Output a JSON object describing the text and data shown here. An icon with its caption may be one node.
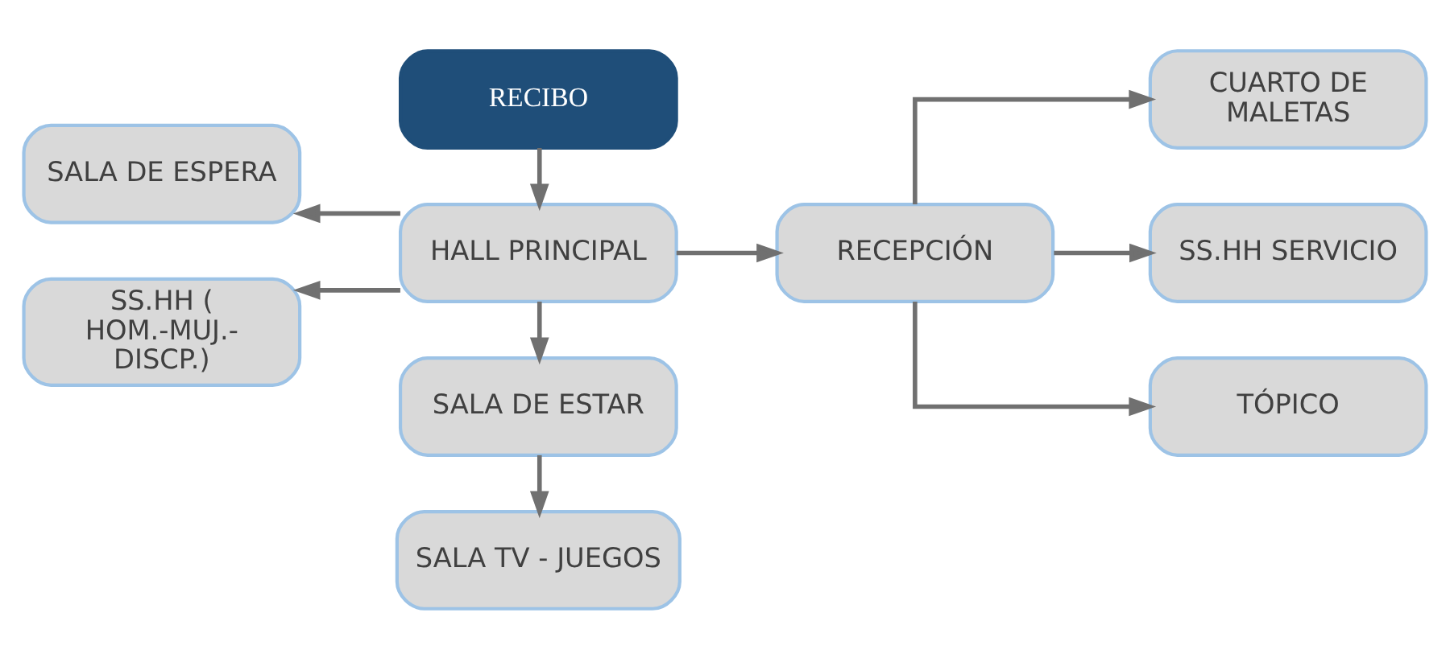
{
  "diagram": {
    "nodes": [
      {
        "text": [
          "RECIBO"
        ]
      },
      {
        "text": [
          "SALA DE ESPERA"
        ]
      },
      {
        "text": [
          "HALL PRINCIPAL"
        ]
      },
      {
        "text": [
          "RECEPCIÓN"
        ]
      },
      {
        "text": [
          "CUARTO DE MALETAS"
        ]
      },
      {
        "text": [
          "SS.HH SERVICIO"
        ]
      },
      {
        "text": [
          "SS.HH ( HOM.-MUJ.- DISCP.)"
        ]
      },
      {
        "text": [
          "SALA DE ESTAR"
        ]
      },
      {
        "text": [
          "TÓPICO"
        ]
      },
      {
        "text": [
          "SALA TV - JUEGOS"
        ]
      }
    ],
    "edges": [
      {
        "from": 0,
        "to": 2,
        "arrow": "to"
      },
      {
        "from": 2,
        "to": 1,
        "arrow": "to"
      },
      {
        "from": 2,
        "to": 6,
        "arrow": "to"
      },
      {
        "from": 2,
        "to": 3,
        "arrow": "to"
      },
      {
        "from": 3,
        "to": 4,
        "arrow": "to"
      },
      {
        "from": 3,
        "to": 5,
        "arrow": "to"
      },
      {
        "from": 3,
        "to": 8,
        "arrow": "to"
      },
      {
        "from": 2,
        "to": 7,
        "arrow": "to"
      },
      {
        "from": 7,
        "to": 9,
        "arrow": "to"
      }
    ]
  }
}
